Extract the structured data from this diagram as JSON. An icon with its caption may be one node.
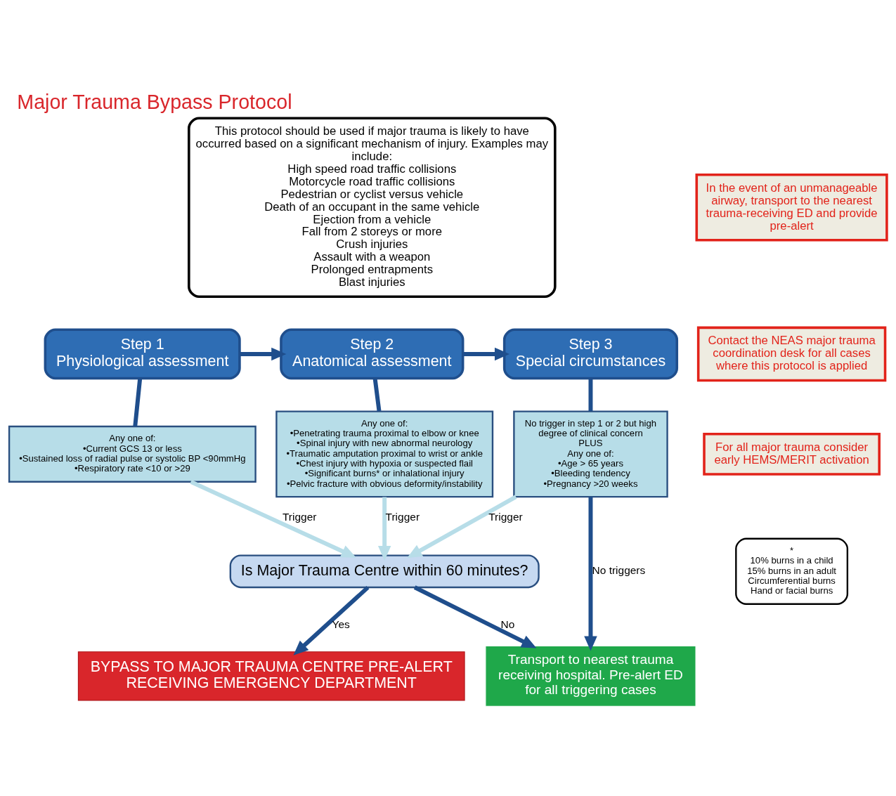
{
  "diagram": {
    "title": "Major Trauma Bypass Protocol",
    "nodes": [
      {
        "text": [
          "This protocol should be used if major trauma is likely to have occurred based on a significant mechanism of injury. Examples may include:",
          "High speed road traffic collisions",
          "Motorcycle road traffic collisions",
          "Pedestrian or cyclist versus vehicle",
          "Death of an occupant in the same vehicle",
          "Ejection from a vehicle",
          "Fall from 2 storeys or more",
          "Crush injuries",
          "Assault with a weapon",
          "Prolonged entrapments",
          "Blast injuries"
        ]
      },
      {
        "text": [
          "Step 1",
          "Physiological assessment"
        ]
      },
      {
        "text": [
          "Step 2",
          "Anatomical assessment"
        ]
      },
      {
        "text": [
          "Step 3",
          "Special circumstances"
        ]
      },
      {
        "text": [
          "Any one of:",
          "•Current GCS 13 or less",
          "•Sustained loss of radial pulse or systolic BP <90mmHg",
          "•Respiratory rate <10 or >29"
        ]
      },
      {
        "text": [
          "Any one of:",
          "•Penetrating trauma proximal to elbow or knee",
          "•Spinal injury with new abnormal neurology",
          "•Traumatic amputation proximal to wrist or ankle",
          "•Chest injury with hypoxia or suspected flail",
          "•Significant burns* or inhalational injury",
          "•Pelvic fracture with obvious deformity/instability"
        ]
      },
      {
        "text": [
          "No trigger in step 1 or 2 but high degree of clinical concern",
          "PLUS",
          "Any one of:",
          "•Age > 65 years",
          "•Bleeding tendency",
          "•Pregnancy >20 weeks"
        ]
      },
      {
        "text": [
          "Is Major Trauma Centre within 60 minutes?"
        ]
      },
      {
        "text": [
          "Transport to nearest trauma receiving hospital. Pre-alert ED for all triggering cases"
        ]
      },
      {
        "text": [
          "BYPASS TO MAJOR TRAUMA CENTRE PRE-ALERT RECEIVING EMERGENCY DEPARTMENT"
        ]
      },
      {
        "text": [
          "In the event of an unmanageable airway, transport to the nearest trauma-receiving ED and provide pre-alert"
        ]
      },
      {
        "text": [
          "Contact the NEAS major trauma coordination desk for all cases where this protocol is applied"
        ]
      },
      {
        "text": [
          "For all major trauma consider early HEMS/MERIT activation"
        ]
      },
      {
        "text": [
          "*",
          "10% burns in a child",
          "15% burns in an adult",
          "Circumferential burns",
          "Hand or facial burns"
        ]
      }
    ],
    "edges": [
      {
        "from": 1,
        "to": 2,
        "arrow": "to"
      },
      {
        "from": 2,
        "to": 3,
        "arrow": "to"
      },
      {
        "from": 1,
        "to": 4,
        "arrow": "none"
      },
      {
        "from": 2,
        "to": 5,
        "arrow": "none"
      },
      {
        "from": 3,
        "to": 6,
        "arrow": "none"
      },
      {
        "from": 4,
        "to": 7,
        "arrow": "to",
        "label": "Trigger",
        "color": "#b7dde8"
      },
      {
        "from": 5,
        "to": 7,
        "arrow": "to",
        "label": "Trigger",
        "color": "#b7dde8"
      },
      {
        "from": 6,
        "to": 7,
        "arrow": "to",
        "label": "Trigger",
        "color": "#b7dde8"
      },
      {
        "from": 6,
        "to": 8,
        "arrow": "to",
        "label": "No triggers"
      },
      {
        "from": 7,
        "to": 8,
        "arrow": "to",
        "label": "No"
      },
      {
        "from": 7,
        "to": 9,
        "arrow": "to",
        "label": "Yes"
      }
    ]
  }
}
